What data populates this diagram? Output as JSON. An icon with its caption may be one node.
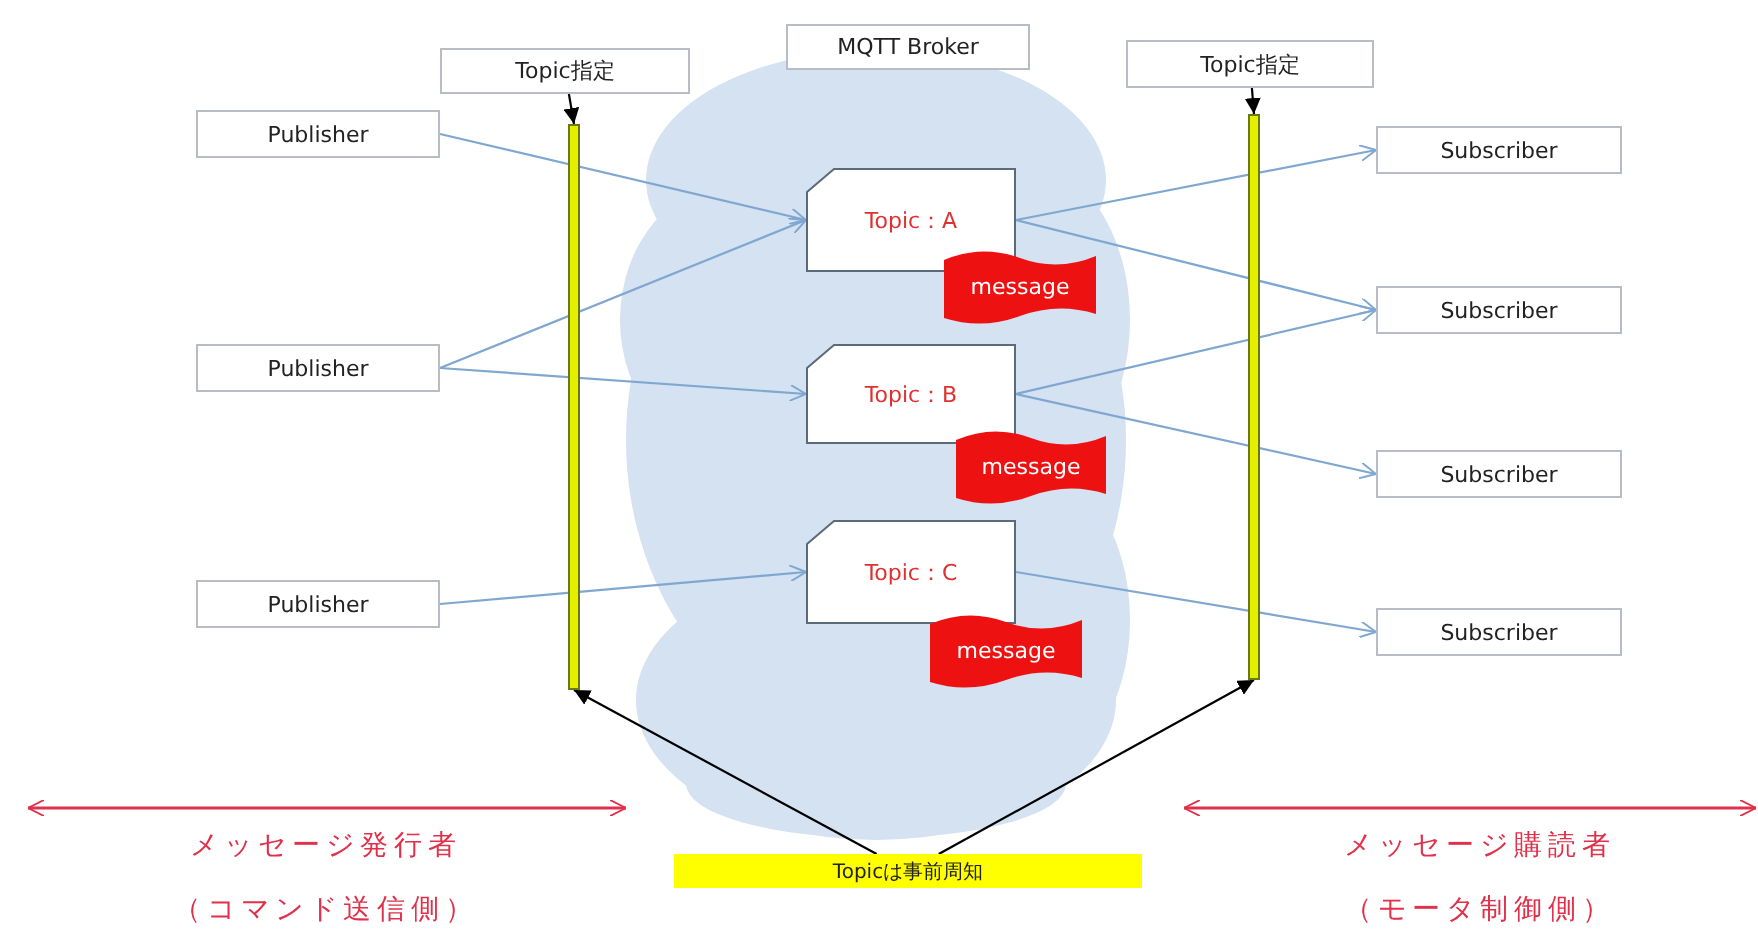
{
  "diagram": {
    "nodes": [
      {
        "text": [],
        "shape": "cloud"
      },
      {
        "text": [
          "MQTT Broker"
        ]
      },
      {
        "text": [
          "Topic指定"
        ]
      },
      {
        "text": [
          "Topic指定"
        ]
      },
      {
        "text": [
          "Publisher"
        ]
      },
      {
        "text": [
          "Publisher"
        ]
      },
      {
        "text": [
          "Publisher"
        ]
      },
      {
        "text": [
          "Topic：A"
        ],
        "in": 0
      },
      {
        "text": [
          "message"
        ],
        "in": 0
      },
      {
        "text": [
          "Topic：B"
        ],
        "in": 0
      },
      {
        "text": [
          "message"
        ],
        "in": 0
      },
      {
        "text": [
          "Topic：C"
        ],
        "in": 0
      },
      {
        "text": [
          "message"
        ],
        "in": 0
      },
      {
        "text": [
          "Subscriber"
        ]
      },
      {
        "text": [
          "Subscriber"
        ]
      },
      {
        "text": [
          "Subscriber"
        ]
      },
      {
        "text": [
          "Subscriber"
        ]
      },
      {
        "text": [
          "Topicは事前周知"
        ]
      },
      {
        "text": [],
        "shape": "bar"
      },
      {
        "text": [],
        "shape": "bar"
      }
    ],
    "edges": [
      {
        "from": 4,
        "to": 7,
        "arrow": "to"
      },
      {
        "from": 5,
        "to": 7,
        "arrow": "to"
      },
      {
        "from": 5,
        "to": 9,
        "arrow": "to"
      },
      {
        "from": 6,
        "to": 11,
        "arrow": "to"
      },
      {
        "from": 7,
        "to": 13,
        "arrow": "to"
      },
      {
        "from": 7,
        "to": 14,
        "arrow": "to"
      },
      {
        "from": 9,
        "to": 14,
        "arrow": "to"
      },
      {
        "from": 9,
        "to": 15,
        "arrow": "to"
      },
      {
        "from": 11,
        "to": 16,
        "arrow": "to"
      },
      {
        "from": 2,
        "to": 18,
        "arrow": "to",
        "color": "#000000"
      },
      {
        "from": 3,
        "to": 19,
        "arrow": "to",
        "color": "#000000"
      },
      {
        "from": 17,
        "to": 18,
        "arrow": "to",
        "color": "#000000"
      },
      {
        "from": 17,
        "to": 19,
        "arrow": "to",
        "color": "#000000"
      }
    ],
    "labels": [
      "メッセージ発行者",
      "（コマンド送信側）",
      "メッセージ購読者",
      "（モータ制御側）"
    ]
  }
}
